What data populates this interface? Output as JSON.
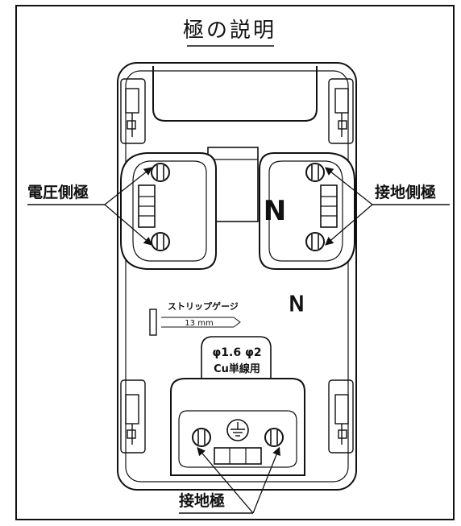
{
  "title": "極の説明",
  "labels": {
    "voltage_pole": "電圧側極",
    "ground_side_pole": "接地側極",
    "ground_pole": "接地極",
    "n_mark_large": "N",
    "n_mark_outline": "N",
    "strip_gauge": "ストリップゲージ",
    "strip_length": "13 mm",
    "wire_spec_line1": "φ1.6 φ2",
    "wire_spec_line2": "Cu単線用"
  },
  "colors": {
    "line": "#111111",
    "background": "#ffffff"
  }
}
